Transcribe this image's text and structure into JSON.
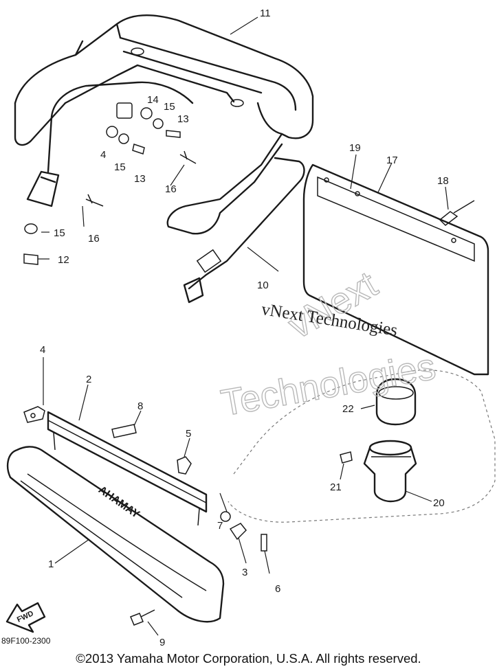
{
  "callouts": {
    "c1": "1",
    "c2": "2",
    "c3": "3",
    "c4a": "4",
    "c4b": "4",
    "c5": "5",
    "c6": "6",
    "c7": "7",
    "c8": "8",
    "c9": "9",
    "c10": "10",
    "c11": "11",
    "c12": "12",
    "c13a": "13",
    "c13b": "13",
    "c14": "14",
    "c15a": "15",
    "c15b": "15",
    "c15c": "15",
    "c16a": "16",
    "c16b": "16",
    "c17": "17",
    "c18": "18",
    "c19": "19",
    "c20": "20",
    "c21": "21",
    "c22": "22"
  },
  "emblem_text": "YAMAHA",
  "fwd_label": "FWD",
  "watermark": {
    "outline_line1": "vNext",
    "outline_line2": "Technologies",
    "serif": "vNext Technologies"
  },
  "reference_code": "89F100-2300",
  "copyright": "©2013 Yamaha Motor Corporation, U.S.A. All rights reserved."
}
